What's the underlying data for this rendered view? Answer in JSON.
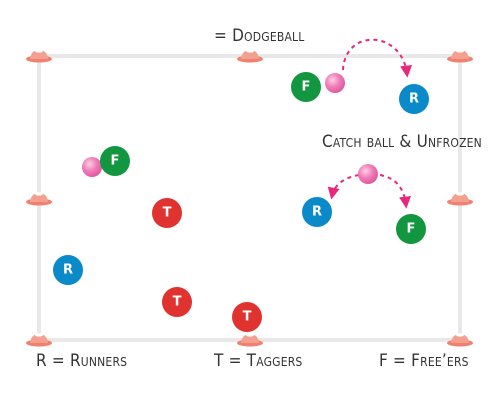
{
  "title": "= Dodgeball",
  "annotation": "Catch ball & Unfrozen",
  "legend": {
    "runners": "R = Runners",
    "taggers": "T = Taggers",
    "freers": "F = Free’ers"
  },
  "letters": {
    "runner": "R",
    "tagger": "T",
    "freer": "F"
  },
  "colors": {
    "runner": "#0a8ac9",
    "tagger": "#e0332f",
    "freer": "#12963f",
    "ball": "#f07cb8",
    "arrow": "#e8287e",
    "cone": "#f08070",
    "boundary": "#e8e8e8"
  }
}
